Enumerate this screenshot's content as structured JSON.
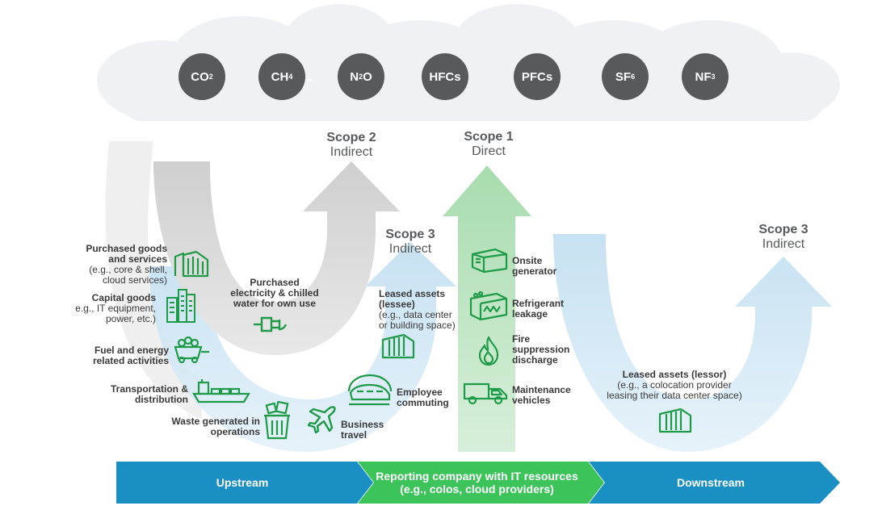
{
  "gases": [
    {
      "base": "CO",
      "sub": "2"
    },
    {
      "base": "CH",
      "sub": "4"
    },
    {
      "base": "N",
      "sub": "2",
      "tail": "O"
    },
    {
      "base": "HFCs",
      "sub": ""
    },
    {
      "base": "PFCs",
      "sub": ""
    },
    {
      "base": "SF",
      "sub": "6"
    },
    {
      "base": "NF",
      "sub": "3"
    }
  ],
  "scopes": {
    "scope2": {
      "title": "Scope 2",
      "subtitle": "Indirect"
    },
    "scope1": {
      "title": "Scope 1",
      "subtitle": "Direct"
    },
    "scope3_up": {
      "title": "Scope 3",
      "subtitle": "Indirect"
    },
    "scope3_down": {
      "title": "Scope 3",
      "subtitle": "Indirect"
    }
  },
  "upstream_items": {
    "purchased_goods": {
      "title": "Purchased goods",
      "title2": "and services",
      "sub1": "(e.g., core & shell,",
      "sub2": "cloud services)"
    },
    "capital_goods": {
      "title": "Capital goods",
      "sub1": "e.g., IT equipment,",
      "sub2": "power, etc.)"
    },
    "fuel_energy": {
      "line1": "Fuel and energy",
      "line2": "related activities"
    },
    "transportation": {
      "line1": "Transportation &",
      "line2": "distribution"
    },
    "waste": {
      "line1": "Waste generated in",
      "line2": "operations"
    },
    "business_travel": {
      "line1": "Business",
      "line2": "travel"
    },
    "employee_commuting": {
      "line1": "Employee",
      "line2": "commuting"
    },
    "leased_lessee": {
      "title": "Leased assets",
      "title2": "(lessee)",
      "sub1": "(e.g., data center",
      "sub2": "or building space)"
    }
  },
  "scope2_item": {
    "line1": "Purchased",
    "line2": "electricity & chilled",
    "line3": "water for own use"
  },
  "scope1_items": {
    "onsite": {
      "line1": "Onsite",
      "line2": "generator"
    },
    "refrigerant": {
      "line1": "Refrigerant",
      "line2": "leakage"
    },
    "fire": {
      "line1": "Fire",
      "line2": "suppression",
      "line3": "discharge"
    },
    "maintenance": {
      "line1": "Maintenance",
      "line2": "vehicles"
    }
  },
  "downstream_item": {
    "title": "Leased assets (lessor)",
    "sub1": "(e.g., a colocation provider",
    "sub2": "leasing their data center space)"
  },
  "stages": {
    "upstream": "Upstream",
    "reporting_line1": "Reporting company with IT resources",
    "reporting_line2": "(e.g., colos, cloud providers)",
    "downstream": "Downstream"
  },
  "colors": {
    "gas_fill": "#58595b",
    "icon_green": "#1f9a48",
    "upstream_blue": "#1a8fc4",
    "reporting_green": "#3cc45a",
    "downstream_blue": "#1a8fc4"
  }
}
